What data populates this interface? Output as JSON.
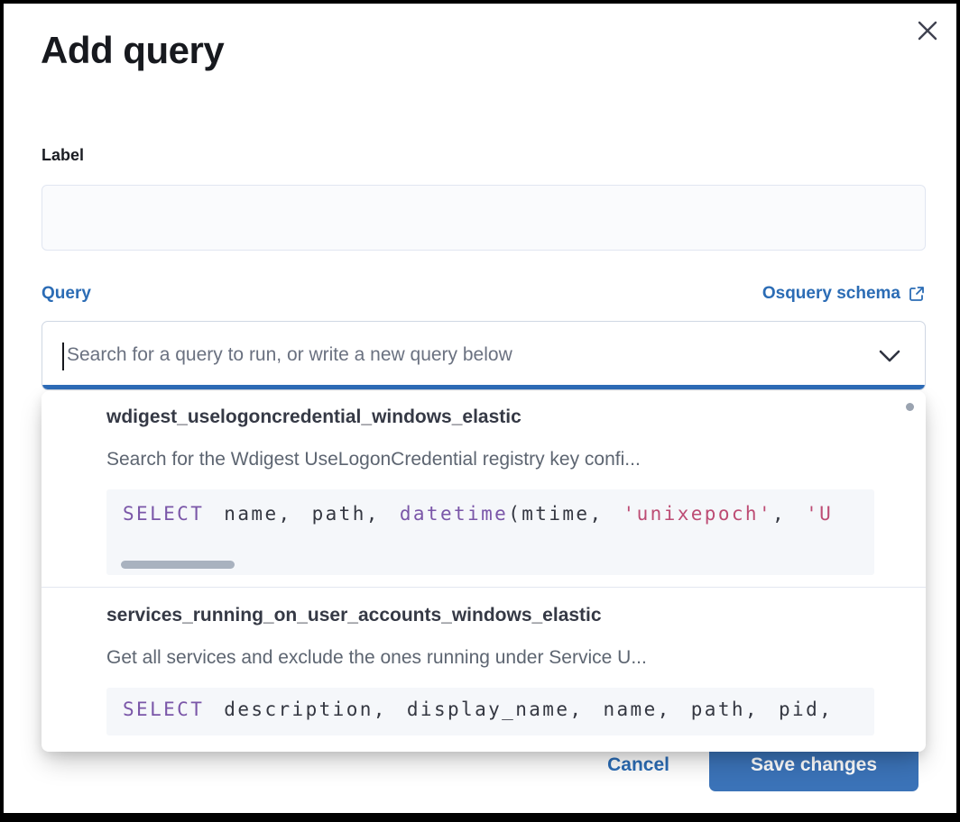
{
  "modal": {
    "title": "Add query",
    "label_field": {
      "label": "Label",
      "value": "",
      "placeholder": ""
    },
    "query_field": {
      "label": "Query",
      "schema_link": "Osquery schema",
      "value": "",
      "placeholder": "Search for a query to run, or write a new query below"
    },
    "dropdown": {
      "options": [
        {
          "id": "wdigest_uselogoncredential_windows_elastic",
          "description": "Search for the Wdigest UseLogonCredential registry key confi...",
          "code": [
            {
              "t": "SELECT",
              "c": "keyword"
            },
            {
              "t": " name, path, ",
              "c": "plain"
            },
            {
              "t": "datetime",
              "c": "keyword"
            },
            {
              "t": "(mtime, ",
              "c": "plain"
            },
            {
              "t": "'unixepoch'",
              "c": "string"
            },
            {
              "t": ", ",
              "c": "plain"
            },
            {
              "t": "'U",
              "c": "string"
            }
          ],
          "has_horizontal_scrollbar": true
        },
        {
          "id": "services_running_on_user_accounts_windows_elastic",
          "description": "Get all services and exclude the ones running under Service U...",
          "code": [
            {
              "t": "SELECT",
              "c": "keyword"
            },
            {
              "t": " description, display_name, name, path, pid,",
              "c": "plain"
            }
          ],
          "has_horizontal_scrollbar": false
        }
      ]
    },
    "footer": {
      "cancel_label": "Cancel",
      "save_label": "Save changes"
    },
    "icons": {
      "close": "x-cross",
      "chevron_down": "chevron-down",
      "external_link": "popout-arrow"
    },
    "colors": {
      "accent_blue": "#2b6cb5",
      "save_button_blue": "#3b73b8",
      "focus_bar_blue": "#2e6cb8",
      "code_background": "#f5f7fa",
      "sql_keyword_purple": "#7a56a8",
      "sql_string_pink": "#bd4c74",
      "option_title": "#353945",
      "option_description": "#5d6571"
    }
  }
}
